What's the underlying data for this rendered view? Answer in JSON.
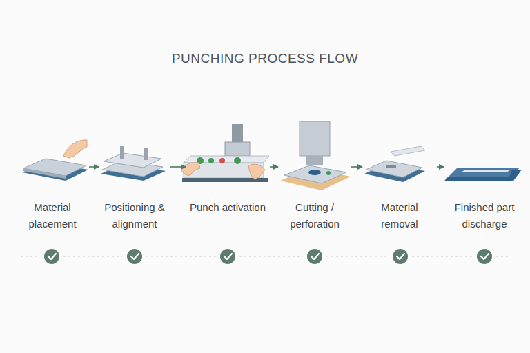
{
  "diagram": {
    "title": "PUNCHING PROCESS FLOW",
    "nodes": [
      {
        "text": [
          "Material placement"
        ]
      },
      {
        "text": [
          "Positioning & alignment"
        ]
      },
      {
        "text": [
          "Punch activation"
        ]
      },
      {
        "text": [
          "Cutting / perforation"
        ]
      },
      {
        "text": [
          "Material removal"
        ]
      },
      {
        "text": [
          "Finished part discharge"
        ]
      }
    ],
    "edges": [
      {
        "from": 0,
        "to": 1,
        "arrow": "to"
      },
      {
        "from": 1,
        "to": 2,
        "arrow": "to"
      },
      {
        "from": 2,
        "to": 3,
        "arrow": "to"
      },
      {
        "from": 3,
        "to": 4,
        "arrow": "to"
      },
      {
        "from": 4,
        "to": 5,
        "arrow": "to"
      }
    ]
  }
}
